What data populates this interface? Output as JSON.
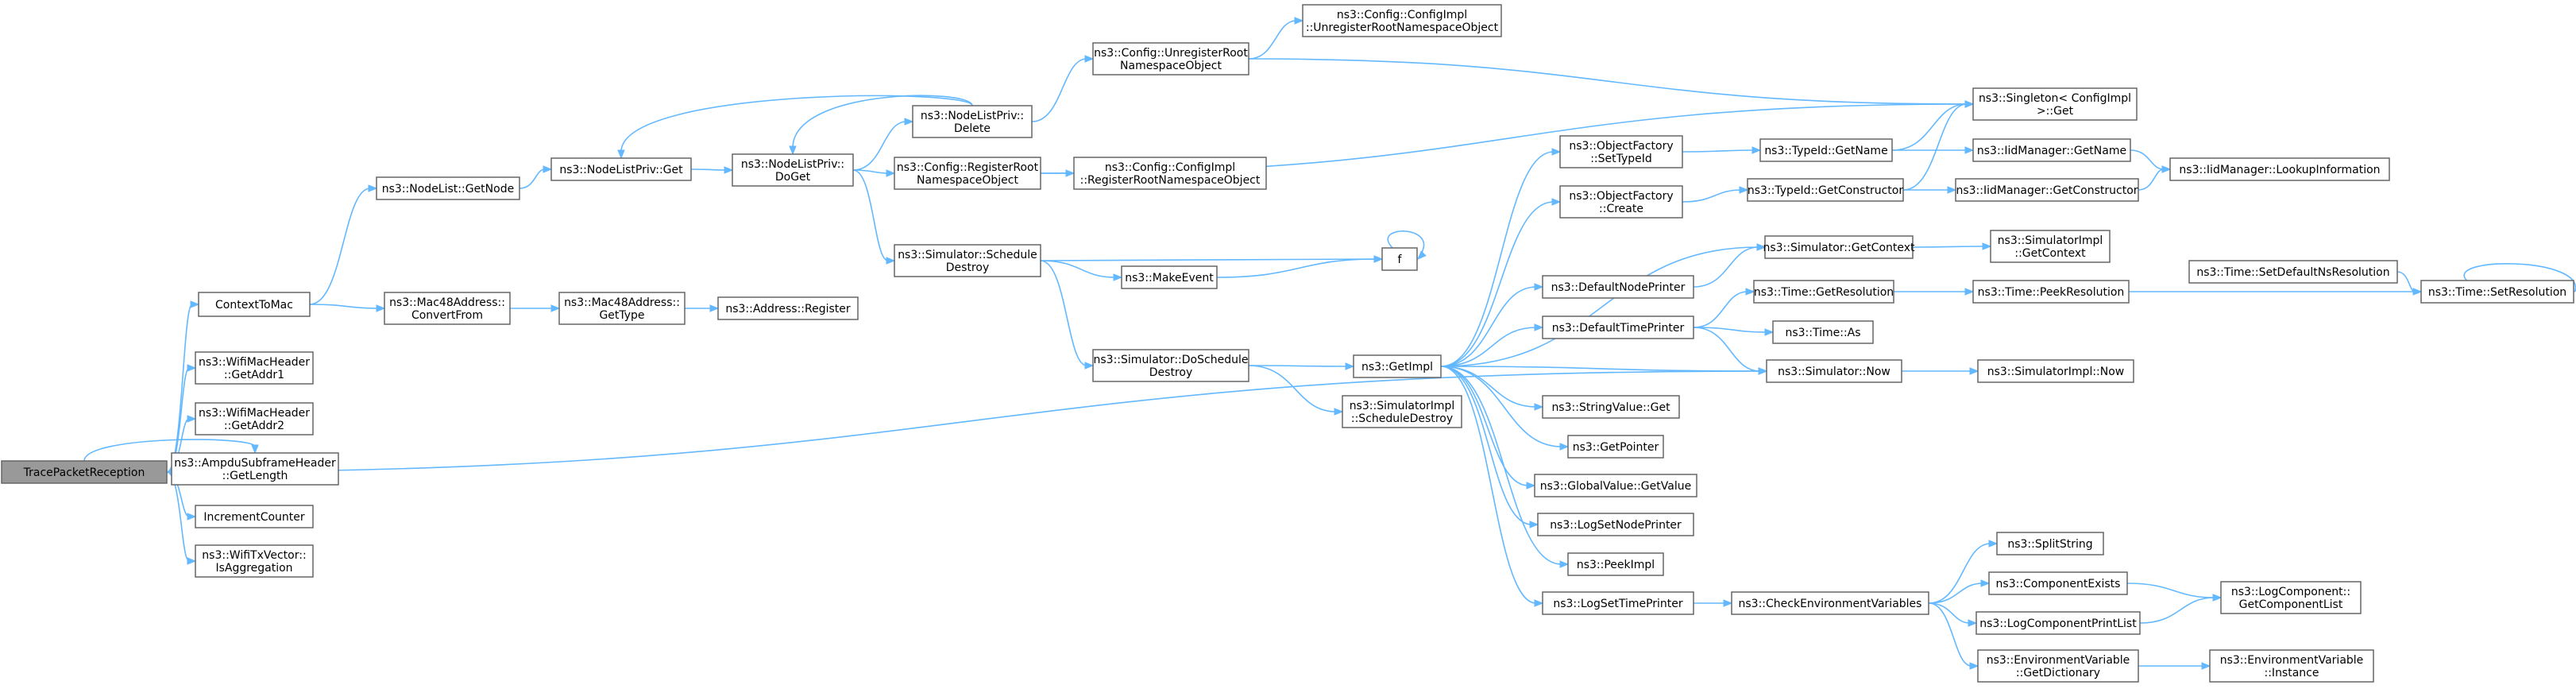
{
  "diagram": {
    "title": "",
    "nodes": [
      {
        "id": "root",
        "lines": [
          "TracePacketReception"
        ],
        "root": true
      },
      {
        "id": "ctm",
        "lines": [
          "ContextToMac"
        ]
      },
      {
        "id": "wgaddr1",
        "lines": [
          "ns3::WifiMacHeader",
          "::GetAddr1"
        ]
      },
      {
        "id": "wgaddr2",
        "lines": [
          "ns3::WifiMacHeader",
          "::GetAddr2"
        ]
      },
      {
        "id": "ampdu",
        "lines": [
          "ns3::AmpduSubframeHeader",
          "::GetLength"
        ]
      },
      {
        "id": "incctr",
        "lines": [
          "IncrementCounter"
        ]
      },
      {
        "id": "wtxv",
        "lines": [
          "ns3::WifiTxVector::",
          "IsAggregation"
        ]
      },
      {
        "id": "nlgn",
        "lines": [
          "ns3::NodeList::GetNode"
        ]
      },
      {
        "id": "mac48cf",
        "lines": [
          "ns3::Mac48Address::",
          "ConvertFrom"
        ]
      },
      {
        "id": "nlpget",
        "lines": [
          "ns3::NodeListPriv::Get"
        ]
      },
      {
        "id": "mac48gt",
        "lines": [
          "ns3::Mac48Address::",
          "GetType"
        ]
      },
      {
        "id": "addrreg",
        "lines": [
          "ns3::Address::Register"
        ]
      },
      {
        "id": "nlpdoget",
        "lines": [
          "ns3::NodeListPriv::",
          "DoGet"
        ]
      },
      {
        "id": "nlpdel",
        "lines": [
          "ns3::NodeListPriv::",
          "Delete"
        ]
      },
      {
        "id": "cfgunreg",
        "lines": [
          "ns3::Config::UnregisterRoot",
          "NamespaceObject"
        ]
      },
      {
        "id": "cfgimplunreg",
        "lines": [
          "ns3::Config::ConfigImpl",
          "::UnregisterRootNamespaceObject"
        ]
      },
      {
        "id": "cfgreg",
        "lines": [
          "ns3::Config::RegisterRoot",
          "NamespaceObject"
        ]
      },
      {
        "id": "cfgimplreg",
        "lines": [
          "ns3::Config::ConfigImpl",
          "::RegisterRootNamespaceObject"
        ]
      },
      {
        "id": "simsched",
        "lines": [
          "ns3::Simulator::Schedule",
          "Destroy"
        ]
      },
      {
        "id": "makeevent",
        "lines": [
          "ns3::MakeEvent"
        ]
      },
      {
        "id": "f",
        "lines": [
          "f"
        ]
      },
      {
        "id": "simdosched",
        "lines": [
          "ns3::Simulator::DoSchedule",
          "Destroy"
        ]
      },
      {
        "id": "simimplsched",
        "lines": [
          "ns3::SimulatorImpl",
          "::ScheduleDestroy"
        ]
      },
      {
        "id": "getimpl",
        "lines": [
          "ns3::GetImpl"
        ]
      },
      {
        "id": "ofsettid",
        "lines": [
          "ns3::ObjectFactory",
          "::SetTypeId"
        ]
      },
      {
        "id": "ofcreate",
        "lines": [
          "ns3::ObjectFactory",
          "::Create"
        ]
      },
      {
        "id": "defnodepr",
        "lines": [
          "ns3::DefaultNodePrinter"
        ]
      },
      {
        "id": "deftimepr",
        "lines": [
          "ns3::DefaultTimePrinter"
        ]
      },
      {
        "id": "strvalget",
        "lines": [
          "ns3::StringValue::Get"
        ]
      },
      {
        "id": "getptr",
        "lines": [
          "ns3::GetPointer"
        ]
      },
      {
        "id": "gvgetval",
        "lines": [
          "ns3::GlobalValue::GetValue"
        ]
      },
      {
        "id": "logsetnp",
        "lines": [
          "ns3::LogSetNodePrinter"
        ]
      },
      {
        "id": "peekimpl",
        "lines": [
          "ns3::PeekImpl"
        ]
      },
      {
        "id": "logsettp",
        "lines": [
          "ns3::LogSetTimePrinter"
        ]
      },
      {
        "id": "tidgetname",
        "lines": [
          "ns3::TypeId::GetName"
        ]
      },
      {
        "id": "tidgetctor",
        "lines": [
          "ns3::TypeId::GetConstructor"
        ]
      },
      {
        "id": "simgetctx",
        "lines": [
          "ns3::Simulator::GetContext"
        ]
      },
      {
        "id": "timegetres",
        "lines": [
          "ns3::Time::GetResolution"
        ]
      },
      {
        "id": "timeas",
        "lines": [
          "ns3::Time::As"
        ]
      },
      {
        "id": "simnow",
        "lines": [
          "ns3::Simulator::Now"
        ]
      },
      {
        "id": "chkenv",
        "lines": [
          "ns3::CheckEnvironmentVariables"
        ]
      },
      {
        "id": "singleton",
        "lines": [
          "ns3::Singleton< ConfigImpl",
          " >::Get"
        ]
      },
      {
        "id": "iidgetname",
        "lines": [
          "ns3::IidManager::GetName"
        ]
      },
      {
        "id": "iidgetctor",
        "lines": [
          "ns3::IidManager::GetConstructor"
        ]
      },
      {
        "id": "iidlookup",
        "lines": [
          "ns3::IidManager::LookupInformation"
        ]
      },
      {
        "id": "simimplgetctx",
        "lines": [
          "ns3::SimulatorImpl",
          "::GetContext"
        ]
      },
      {
        "id": "timepeek",
        "lines": [
          "ns3::Time::PeekResolution"
        ]
      },
      {
        "id": "timesetdef",
        "lines": [
          "ns3::Time::SetDefaultNsResolution"
        ]
      },
      {
        "id": "timesetres",
        "lines": [
          "ns3::Time::SetResolution"
        ]
      },
      {
        "id": "simimplnow",
        "lines": [
          "ns3::SimulatorImpl::Now"
        ]
      },
      {
        "id": "splitstr",
        "lines": [
          "ns3::SplitString"
        ]
      },
      {
        "id": "compexists",
        "lines": [
          "ns3::ComponentExists"
        ]
      },
      {
        "id": "logcompprint",
        "lines": [
          "ns3::LogComponentPrintList"
        ]
      },
      {
        "id": "envgetdict",
        "lines": [
          "ns3::EnvironmentVariable",
          "::GetDictionary"
        ]
      },
      {
        "id": "logcompgetlist",
        "lines": [
          "ns3::LogComponent::",
          "GetComponentList"
        ]
      },
      {
        "id": "envinstance",
        "lines": [
          "ns3::EnvironmentVariable",
          "::Instance"
        ]
      }
    ],
    "edges": [
      [
        "root",
        "ctm"
      ],
      [
        "root",
        "wgaddr1"
      ],
      [
        "root",
        "wgaddr2"
      ],
      [
        "root",
        "ampdu"
      ],
      [
        "root",
        "incctr"
      ],
      [
        "root",
        "wtxv"
      ],
      [
        "root",
        "simnow"
      ],
      [
        "ctm",
        "nlgn"
      ],
      [
        "ctm",
        "mac48cf"
      ],
      [
        "nlgn",
        "nlpget"
      ],
      [
        "nlpget",
        "nlpdoget"
      ],
      [
        "nlpdoget",
        "nlpdel"
      ],
      [
        "nlpdel",
        "nlpget"
      ],
      [
        "nlpdel",
        "nlpdoget"
      ],
      [
        "nlpdel",
        "cfgunreg"
      ],
      [
        "nlpdoget",
        "cfgreg"
      ],
      [
        "nlpdoget",
        "simsched"
      ],
      [
        "cfgunreg",
        "cfgimplunreg"
      ],
      [
        "cfgunreg",
        "singleton"
      ],
      [
        "cfgreg",
        "cfgimplreg"
      ],
      [
        "cfgreg",
        "singleton"
      ],
      [
        "simsched",
        "makeevent"
      ],
      [
        "simsched",
        "f"
      ],
      [
        "simsched",
        "simdosched"
      ],
      [
        "makeevent",
        "f"
      ],
      [
        "f",
        "f"
      ],
      [
        "simdosched",
        "getimpl"
      ],
      [
        "simdosched",
        "simimplsched"
      ],
      [
        "mac48cf",
        "mac48gt"
      ],
      [
        "mac48gt",
        "addrreg"
      ],
      [
        "getimpl",
        "ofsettid"
      ],
      [
        "getimpl",
        "ofcreate"
      ],
      [
        "getimpl",
        "simgetctx"
      ],
      [
        "getimpl",
        "defnodepr"
      ],
      [
        "getimpl",
        "deftimepr"
      ],
      [
        "getimpl",
        "simnow"
      ],
      [
        "getimpl",
        "strvalget"
      ],
      [
        "getimpl",
        "getptr"
      ],
      [
        "getimpl",
        "gvgetval"
      ],
      [
        "getimpl",
        "logsetnp"
      ],
      [
        "getimpl",
        "peekimpl"
      ],
      [
        "getimpl",
        "logsettp"
      ],
      [
        "ofsettid",
        "tidgetname"
      ],
      [
        "ofcreate",
        "tidgetctor"
      ],
      [
        "tidgetname",
        "singleton"
      ],
      [
        "tidgetname",
        "iidgetname"
      ],
      [
        "tidgetctor",
        "singleton"
      ],
      [
        "tidgetctor",
        "iidgetctor"
      ],
      [
        "iidgetname",
        "iidlookup"
      ],
      [
        "iidgetctor",
        "iidlookup"
      ],
      [
        "defnodepr",
        "simgetctx"
      ],
      [
        "simgetctx",
        "simimplgetctx"
      ],
      [
        "deftimepr",
        "timegetres"
      ],
      [
        "deftimepr",
        "timeas"
      ],
      [
        "deftimepr",
        "simnow"
      ],
      [
        "timegetres",
        "timepeek"
      ],
      [
        "timepeek",
        "timesetres"
      ],
      [
        "timesetdef",
        "timesetres"
      ],
      [
        "timesetres",
        "timesetres"
      ],
      [
        "simnow",
        "simimplnow"
      ],
      [
        "logsettp",
        "chkenv"
      ],
      [
        "chkenv",
        "splitstr"
      ],
      [
        "chkenv",
        "compexists"
      ],
      [
        "chkenv",
        "logcompprint"
      ],
      [
        "chkenv",
        "envgetdict"
      ],
      [
        "compexists",
        "logcompgetlist"
      ],
      [
        "logcompprint",
        "logcompgetlist"
      ],
      [
        "envgetdict",
        "envinstance"
      ]
    ]
  }
}
